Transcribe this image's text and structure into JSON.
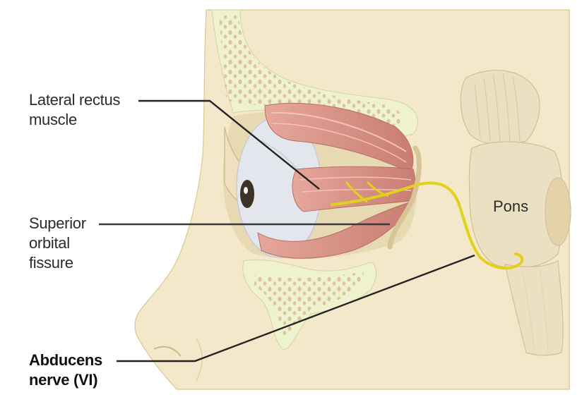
{
  "diagram": {
    "subject": "Abducens nerve pathway to lateral rectus muscle",
    "labels": [
      {
        "id": "lateral-rectus",
        "lines": [
          "Lateral rectus",
          "muscle"
        ],
        "bold": false
      },
      {
        "id": "superior-orbital-fissure",
        "lines": [
          "Superior",
          "orbital",
          "fissure"
        ],
        "bold": false
      },
      {
        "id": "abducens-nerve",
        "lines": [
          "Abducens",
          "nerve (VI)"
        ],
        "bold": true
      }
    ],
    "structure_labels": {
      "pons": "Pons"
    },
    "colors": {
      "skin": "#f3e8c9",
      "bone": "#eef2cf",
      "bone_pores": "#d9b98f",
      "muscle": "#d9948a",
      "eyeball": "#e4e6ee",
      "nerve": "#e0d21a",
      "brainstem": "#ece0c2",
      "leader_line": "#222222"
    }
  }
}
